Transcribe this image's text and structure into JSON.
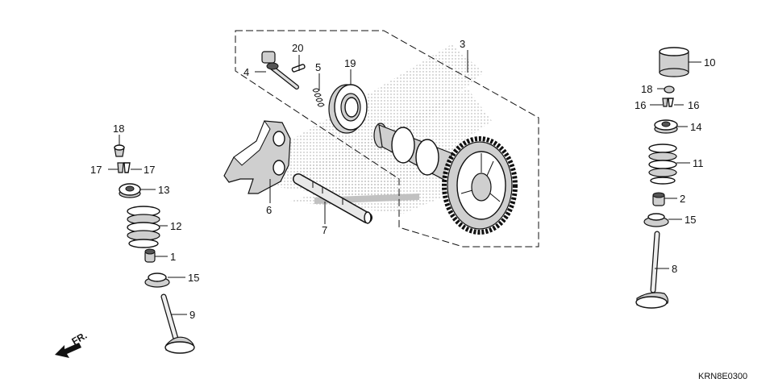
{
  "labels": [
    {
      "id": "p20",
      "text": "20"
    },
    {
      "id": "p4",
      "text": "4"
    },
    {
      "id": "p5",
      "text": "5"
    },
    {
      "id": "p19",
      "text": "19"
    },
    {
      "id": "p3",
      "text": "3"
    },
    {
      "id": "p6",
      "text": "6"
    },
    {
      "id": "p7",
      "text": "7"
    },
    {
      "id": "p18l",
      "text": "18"
    },
    {
      "id": "p17a",
      "text": "17"
    },
    {
      "id": "p17b",
      "text": "17"
    },
    {
      "id": "p13",
      "text": "13"
    },
    {
      "id": "p12",
      "text": "12"
    },
    {
      "id": "p1",
      "text": "1"
    },
    {
      "id": "p15l",
      "text": "15"
    },
    {
      "id": "p9",
      "text": "9"
    },
    {
      "id": "p10",
      "text": "10"
    },
    {
      "id": "p18r",
      "text": "18"
    },
    {
      "id": "p16a",
      "text": "16"
    },
    {
      "id": "p16b",
      "text": "16"
    },
    {
      "id": "p14",
      "text": "14"
    },
    {
      "id": "p11",
      "text": "11"
    },
    {
      "id": "p2",
      "text": "2"
    },
    {
      "id": "p15r",
      "text": "15"
    },
    {
      "id": "p8",
      "text": "8"
    }
  ],
  "direction": "FR.",
  "diagram_code": "KRN8E0300",
  "icons": {
    "direction_arrow": "front-arrow-icon"
  }
}
